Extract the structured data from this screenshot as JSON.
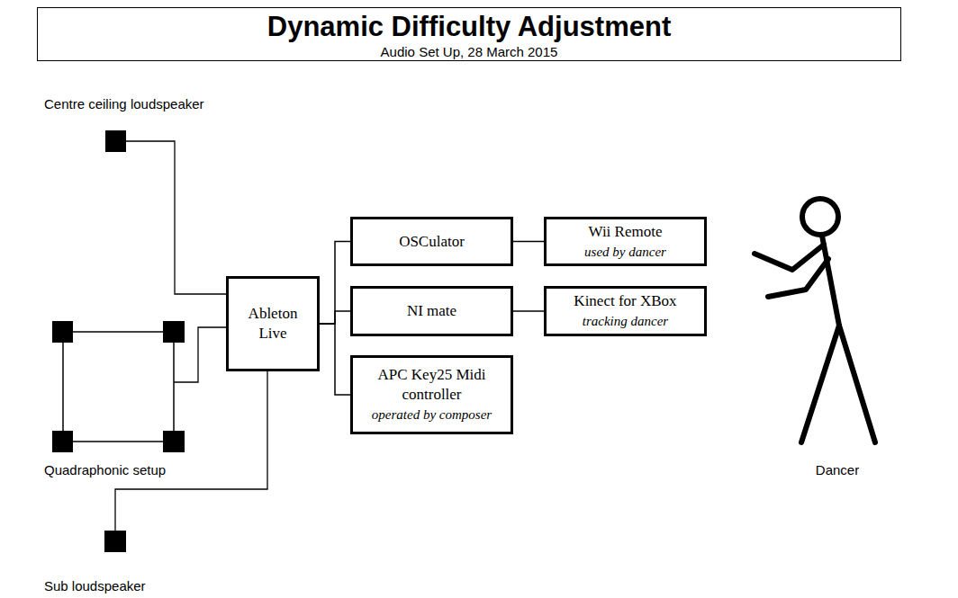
{
  "diagram": {
    "title": "Dynamic Difficulty Adjustment",
    "nodes": [
      {
        "text": [
          "Ableton Live"
        ]
      },
      {
        "text": [
          "OSCulator"
        ]
      },
      {
        "text": [
          "Wii Remote",
          "used by dancer"
        ]
      },
      {
        "text": [
          "NI mate"
        ]
      },
      {
        "text": [
          "Kinect for XBox",
          "tracking dancer"
        ]
      },
      {
        "text": [
          "APC Key25 Midi controller",
          "operated by composer"
        ]
      }
    ],
    "edges": [
      {
        "from": 0,
        "to": 1,
        "arrow": "none"
      },
      {
        "from": 0,
        "to": 3,
        "arrow": "none"
      },
      {
        "from": 0,
        "to": 5,
        "arrow": "none"
      },
      {
        "from": 1,
        "to": 2,
        "arrow": "none"
      },
      {
        "from": 3,
        "to": 4,
        "arrow": "none"
      }
    ],
    "labels": [
      "Audio Set Up, 28 March 2015",
      "Centre ceiling loudspeaker",
      "Quadraphonic setup",
      "Sub loudspeaker",
      "Dancer"
    ]
  }
}
